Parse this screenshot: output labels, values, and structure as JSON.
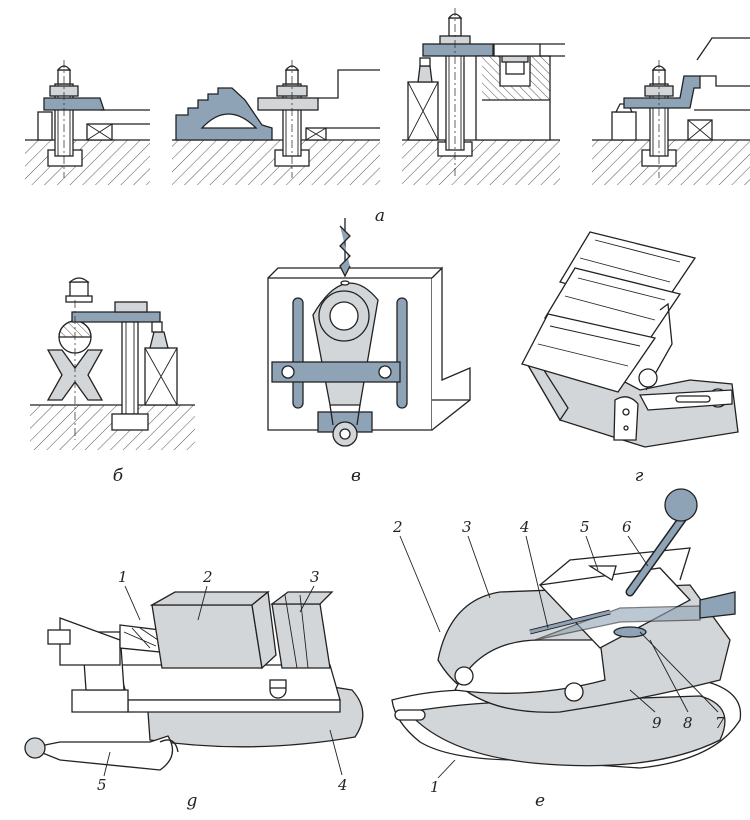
{
  "colors": {
    "blue": "#8ea3b6",
    "gray": "#d3d6d8",
    "ink": "#222222",
    "hatch": "#555555"
  },
  "captions": {
    "a": "а",
    "b": "б",
    "v": "в",
    "g": "г",
    "d": "g",
    "e": "е"
  },
  "labels_d": [
    "1",
    "2",
    "3",
    "4",
    "5"
  ],
  "labels_e": [
    "2",
    "3",
    "4",
    "5",
    "6",
    "7",
    "8",
    "9",
    "1"
  ]
}
